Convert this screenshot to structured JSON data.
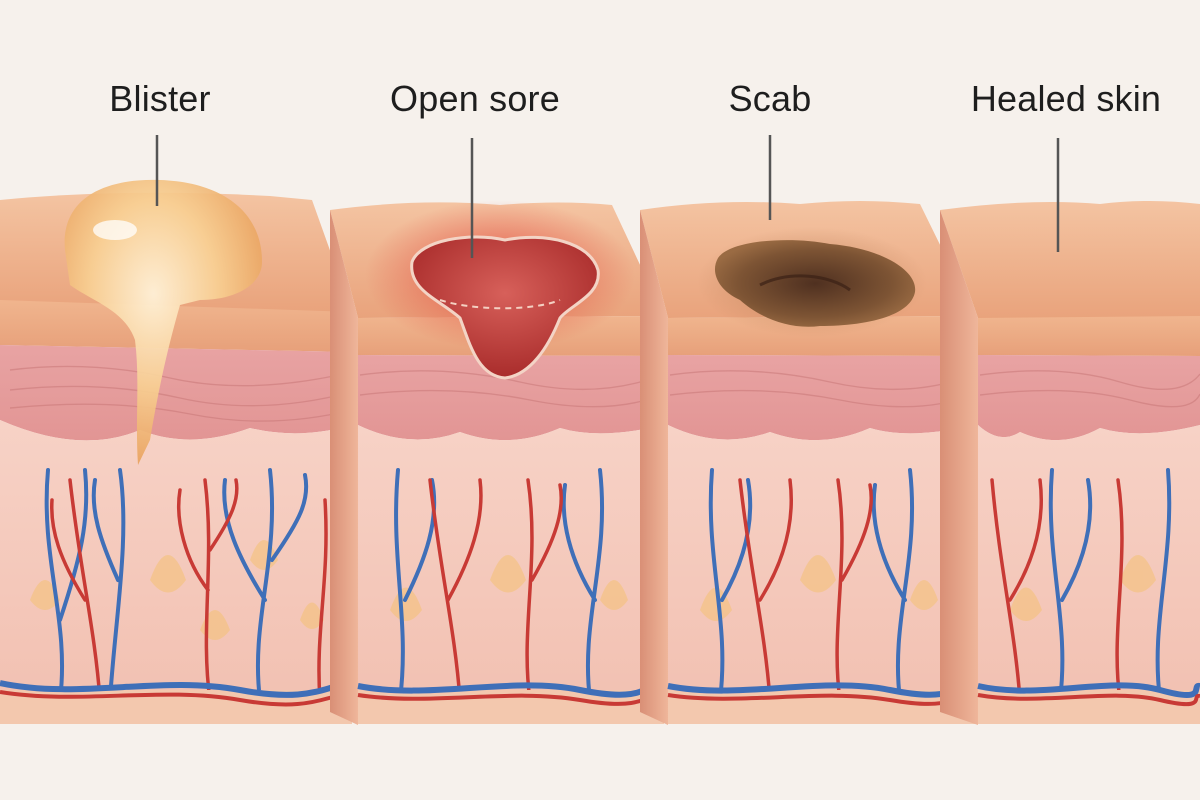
{
  "stages": [
    {
      "label": "Blister"
    },
    {
      "label": "Open sore"
    },
    {
      "label": "Scab"
    },
    {
      "label": "Healed skin"
    }
  ],
  "colors": {
    "background": "#f6f1ec",
    "epidermis": "#efb088",
    "dermis": "#e59c99",
    "hypodermis": "#f6cbc0",
    "vein": "#3f6fb8",
    "artery": "#c83a35",
    "blister_fluid": "#f8ca8a",
    "sore": "#c8443c",
    "scab": "#7a5234"
  },
  "icons": [
    "leader-line",
    "capillary-vessel",
    "fat-cells"
  ]
}
